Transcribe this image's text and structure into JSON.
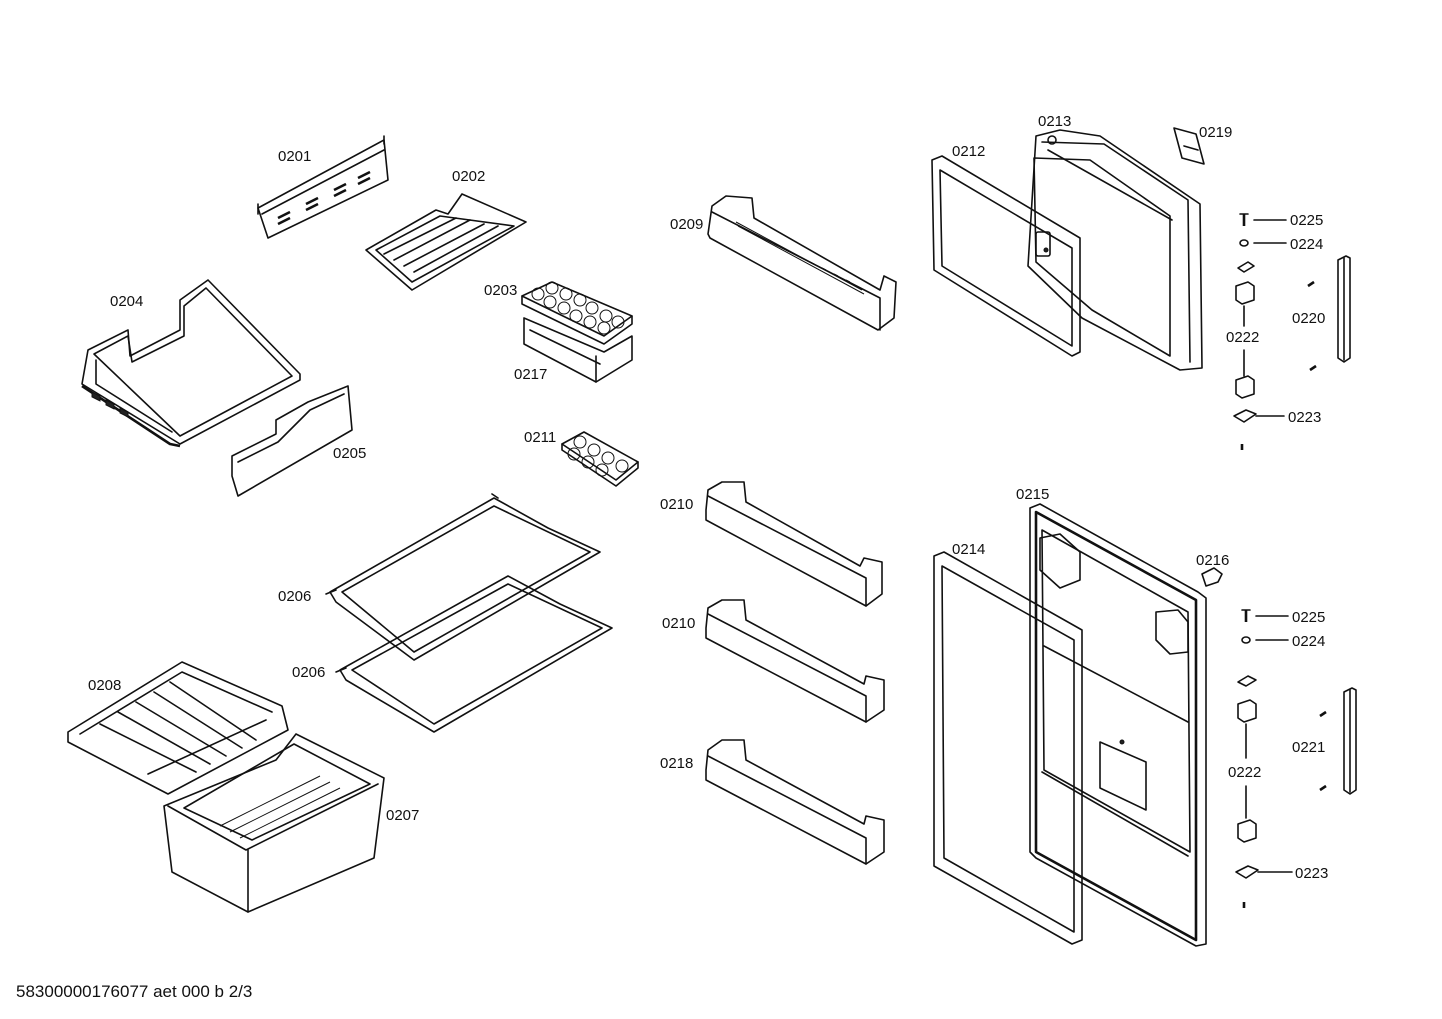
{
  "footer_code": "58300000176077 aet 000 b 2/3",
  "callouts": {
    "p0201": "0201",
    "p0202": "0202",
    "p0203": "0203",
    "p0204": "0204",
    "p0205": "0205",
    "p0206a": "0206",
    "p0206b": "0206",
    "p0207": "0207",
    "p0208": "0208",
    "p0209": "0209",
    "p0210a": "0210",
    "p0210b": "0210",
    "p0211": "0211",
    "p0212": "0212",
    "p0213": "0213",
    "p0214": "0214",
    "p0215": "0215",
    "p0216": "0216",
    "p0217": "0217",
    "p0218": "0218",
    "p0219": "0219",
    "p0220": "0220",
    "p0221": "0221",
    "p0222a": "0222",
    "p0222b": "0222",
    "p0223a": "0223",
    "p0223b": "0223",
    "p0224a": "0224",
    "p0224b": "0224",
    "p0225a": "0225",
    "p0225b": "0225"
  }
}
